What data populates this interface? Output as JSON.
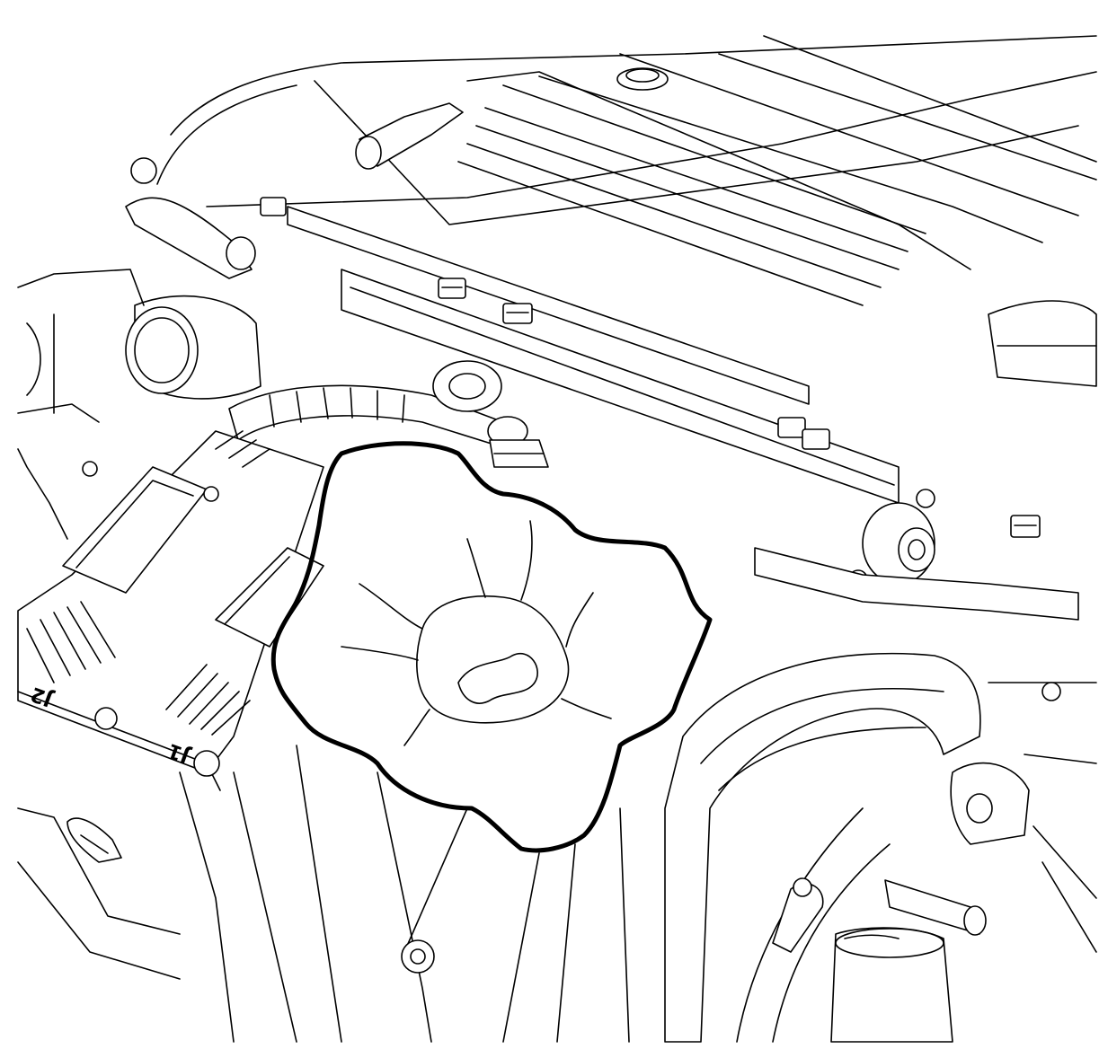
{
  "diagram": {
    "connector_labels": {
      "upper": "J2",
      "lower": "J1"
    },
    "colors": {
      "line": "#000000",
      "background": "#ffffff"
    },
    "highlight": "outlined-throttle-body-opening"
  }
}
